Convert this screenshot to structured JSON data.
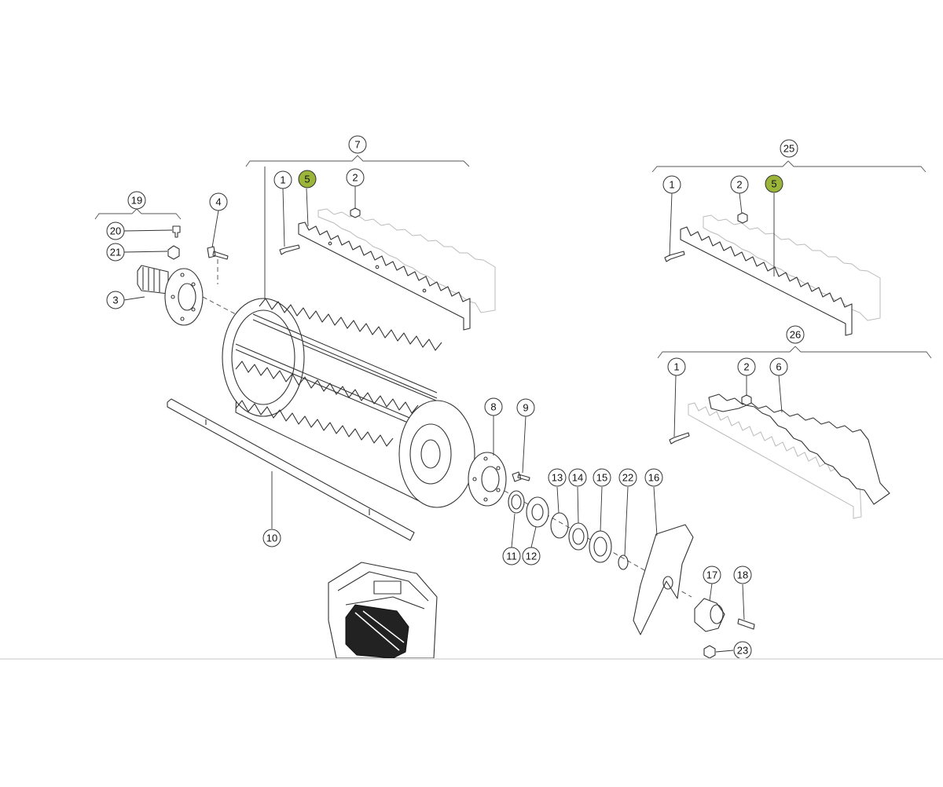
{
  "colors": {
    "highlight": "#9ab53a",
    "line": "#333333",
    "background": "#ffffff",
    "divider": "#e2e2e2"
  },
  "callouts": [
    {
      "id": "c7",
      "label": "7"
    },
    {
      "id": "c1a",
      "label": "1"
    },
    {
      "id": "c5a",
      "label": "5",
      "highlight": true
    },
    {
      "id": "c2a",
      "label": "2"
    },
    {
      "id": "c19",
      "label": "19"
    },
    {
      "id": "c20",
      "label": "20"
    },
    {
      "id": "c21",
      "label": "21"
    },
    {
      "id": "c3",
      "label": "3"
    },
    {
      "id": "c4",
      "label": "4"
    },
    {
      "id": "c25",
      "label": "25"
    },
    {
      "id": "c1b",
      "label": "1"
    },
    {
      "id": "c2b",
      "label": "2"
    },
    {
      "id": "c5b",
      "label": "5",
      "highlight": true
    },
    {
      "id": "c26",
      "label": "26"
    },
    {
      "id": "c1c",
      "label": "1"
    },
    {
      "id": "c2c",
      "label": "2"
    },
    {
      "id": "c6",
      "label": "6"
    },
    {
      "id": "c8",
      "label": "8"
    },
    {
      "id": "c9",
      "label": "9"
    },
    {
      "id": "c10",
      "label": "10"
    },
    {
      "id": "c11",
      "label": "11"
    },
    {
      "id": "c12",
      "label": "12"
    },
    {
      "id": "c13",
      "label": "13"
    },
    {
      "id": "c14",
      "label": "14"
    },
    {
      "id": "c15",
      "label": "15"
    },
    {
      "id": "c22",
      "label": "22"
    },
    {
      "id": "c16",
      "label": "16"
    },
    {
      "id": "c17",
      "label": "17"
    },
    {
      "id": "c18",
      "label": "18"
    },
    {
      "id": "c23",
      "label": "23"
    }
  ]
}
